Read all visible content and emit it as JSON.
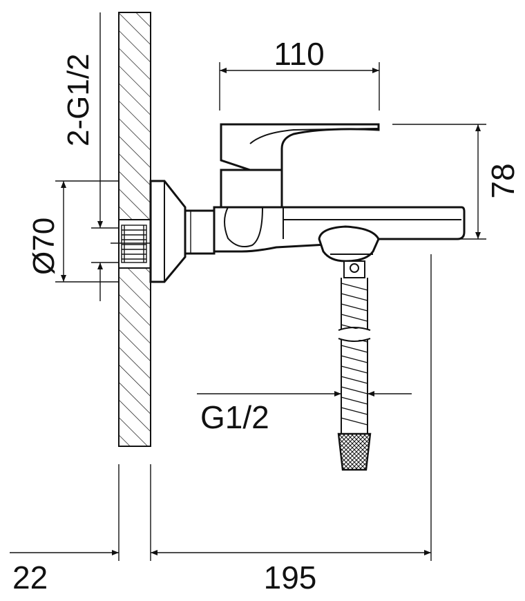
{
  "drawing": {
    "type": "technical-dimension-drawing",
    "subject": "wall-mounted bath mixer with shower hose",
    "line_color": "#111111",
    "background_color": "#ffffff"
  },
  "dimensions": {
    "spout_length": "110",
    "body_height": "78",
    "flange_diameter": "Ø70",
    "inlet_thread": "2-G1/2",
    "hose_thread": "G1/2",
    "wall_thickness": "22",
    "total_projection": "195"
  }
}
